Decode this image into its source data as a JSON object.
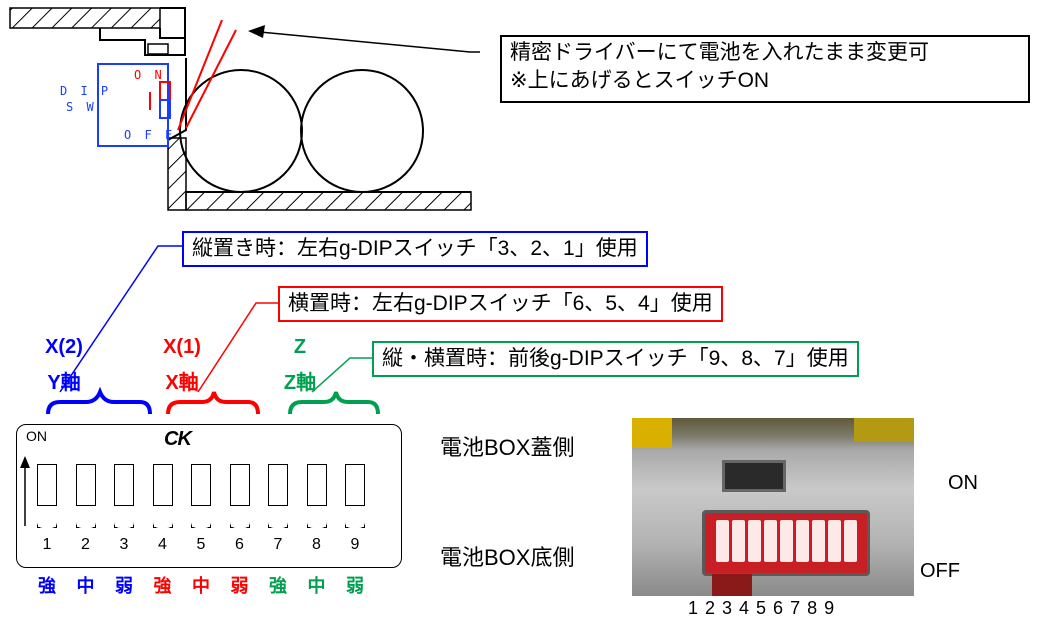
{
  "top_callout": {
    "line1": "精密ドライバーにて電池を入れたまま変更可",
    "line2": "※上にあげるとスイッチON"
  },
  "mechanism": {
    "dip_label_1": "D I P",
    "dip_label_2": "S W",
    "on": "O N",
    "off": "O F F"
  },
  "axis_callouts": {
    "blue": "縦置き時：左右g-DIPスイッチ「3、2、1」使用",
    "red": "横置時：左右g-DIPスイッチ「6、5、4」使用",
    "green": "縦・横置時：前後g-DIPスイッチ「9、8、7」使用"
  },
  "groups": [
    {
      "top": "X(2)",
      "bottom": "Y軸",
      "color": "#0000ff"
    },
    {
      "top": "X(1)",
      "bottom": "X軸",
      "color": "#ff0000"
    },
    {
      "top": "Z",
      "bottom": "Z軸",
      "color": "#00a050"
    }
  ],
  "dip_panel": {
    "on_label": "ON",
    "logo": "CK",
    "numbers": [
      "1",
      "2",
      "3",
      "4",
      "5",
      "6",
      "7",
      "8",
      "9"
    ]
  },
  "strength_labels": [
    {
      "text": "強",
      "color": "#0000ff"
    },
    {
      "text": "中",
      "color": "#0000ff"
    },
    {
      "text": "弱",
      "color": "#0000ff"
    },
    {
      "text": "強",
      "color": "#ff0000"
    },
    {
      "text": "中",
      "color": "#ff0000"
    },
    {
      "text": "弱",
      "color": "#ff0000"
    },
    {
      "text": "強",
      "color": "#00a050"
    },
    {
      "text": "中",
      "color": "#00a050"
    },
    {
      "text": "弱",
      "color": "#00a050"
    }
  ],
  "photo": {
    "lid_side": "電池BOX蓋側",
    "bottom_side": "電池BOX底側",
    "on": "ON",
    "off": "OFF",
    "numbers": "1 2 3 4 5 6 7 8 9"
  }
}
